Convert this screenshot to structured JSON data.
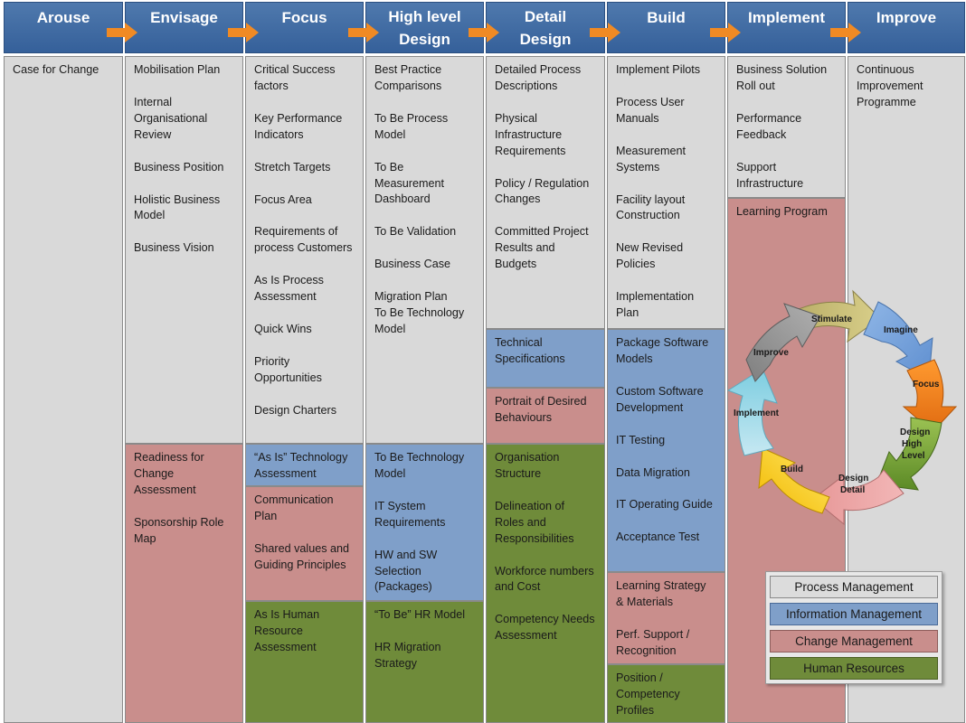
{
  "phases": [
    "Arouse",
    "Envisage",
    "Focus",
    "High level\nDesign",
    "Detail\nDesign",
    "Build",
    "Implement",
    "Improve"
  ],
  "arouse": [
    "Case for Change"
  ],
  "envisage": {
    "process": [
      "Mobilisation Plan",
      "Internal Organisational Review",
      "Business Position",
      "Holistic Business Model",
      "Business Vision"
    ],
    "change": [
      "Readiness for Change Assessment",
      "Sponsorship Role Map"
    ]
  },
  "focus": {
    "process": [
      "Critical Success factors",
      "Key Performance Indicators",
      "Stretch Targets",
      "Focus Area",
      "Requirements of process Customers",
      "As Is Process Assessment",
      "Quick Wins",
      "Priority Opportunities",
      "Design Charters"
    ],
    "information": [
      "“As Is” Technology Assessment"
    ],
    "change": [
      "Communication Plan",
      "Shared values and Guiding Principles"
    ],
    "hr": [
      "As Is Human Resource Assessment"
    ]
  },
  "high_level_design": {
    "process": [
      "Best Practice Comparisons",
      "To Be Process Model",
      "To Be Measurement Dashboard",
      "To Be Validation",
      "Business Case",
      "Migration Plan\nTo Be Technology Model"
    ],
    "information": [
      "To Be Technology Model",
      "IT System Requirements",
      "HW and SW Selection (Packages)"
    ],
    "hr": [
      "“To Be” HR Model",
      "HR Migration Strategy"
    ]
  },
  "detail_design": {
    "process": [
      "Detailed Process Descriptions",
      "Physical Infrastructure Requirements",
      "Policy / Regulation Changes",
      "Committed Project Results and Budgets"
    ],
    "information": [
      "Technical Specifications"
    ],
    "change": [
      "Portrait of Desired Behaviours"
    ],
    "hr": [
      "Organisation Structure",
      "Delineation of Roles and Responsibilities",
      "Workforce numbers and Cost",
      "Competency Needs Assessment"
    ]
  },
  "build": {
    "process": [
      "Implement Pilots",
      "Process User Manuals",
      "Measurement Systems",
      "Facility layout Construction",
      "New Revised Policies",
      "Implementation Plan"
    ],
    "information": [
      "Package Software Models",
      "Custom Software Development",
      "IT Testing",
      "Data Migration",
      "IT Operating Guide",
      "Acceptance Test"
    ],
    "change": [
      "Learning Strategy & Materials",
      "Perf. Support / Recognition"
    ],
    "hr": [
      "Position / Competency Profiles"
    ]
  },
  "implement": {
    "process": [
      "Business Solution Roll out",
      "Performance Feedback",
      "Support Infrastructure"
    ],
    "change": [
      "Learning Program"
    ]
  },
  "improve": [
    "Continuous Improvement Programme"
  ],
  "cycle": [
    "Stimulate",
    "Imagine",
    "Focus",
    "Design High Level",
    "Design Detail",
    "Build",
    "Implement",
    "Improve"
  ],
  "legend": [
    {
      "label": "Process Management",
      "color": "#d9d9d9"
    },
    {
      "label": "Information Management",
      "color": "#7f9fc9"
    },
    {
      "label": "Change Management",
      "color": "#c98e8c"
    },
    {
      "label": "Human Resources",
      "color": "#6f8b3a"
    }
  ],
  "colors": {
    "header": "#4f79ad",
    "arrow": "#f08a24",
    "process": "#d9d9d9",
    "information": "#7f9fc9",
    "change": "#c98e8c",
    "hr": "#6f8b3a"
  }
}
